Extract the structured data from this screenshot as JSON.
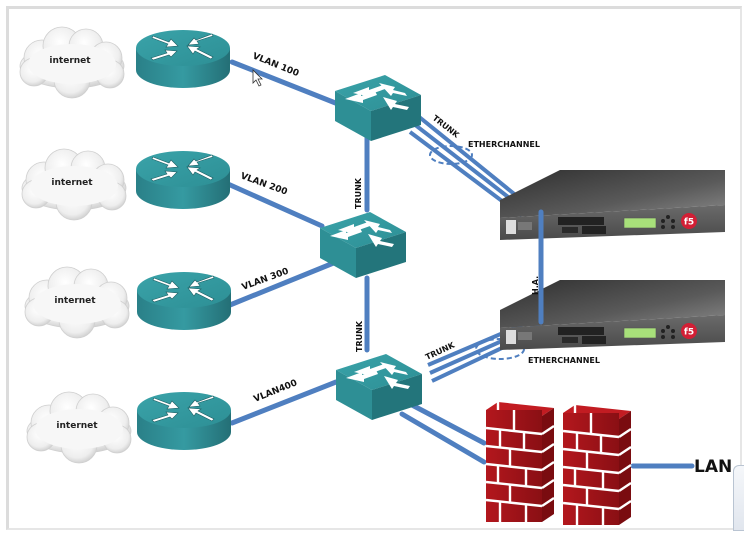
{
  "diagram": {
    "clouds": [
      {
        "label": "internet"
      },
      {
        "label": "internet"
      },
      {
        "label": "internet"
      },
      {
        "label": "internet"
      }
    ],
    "links": {
      "vlan_labels": [
        "VLAN 100",
        "VLAN 200",
        "VLAN 300",
        "VLAN400"
      ],
      "trunk_label": "TRUNK",
      "etherchannel_label": "ETHERCHANNEL",
      "ha_label": "H.A.",
      "lan_label": "LAN"
    },
    "load_balancers": [
      {
        "brand": "f5"
      },
      {
        "brand": "f5"
      }
    ],
    "colors": {
      "link": "#4f7fc0",
      "device_teal": "#2e8f96",
      "firewall_red": "#a3151a",
      "appliance_gray": "#4a4a4a",
      "f5_red": "#d21f35",
      "lcd_green": "#a8e07a"
    }
  }
}
